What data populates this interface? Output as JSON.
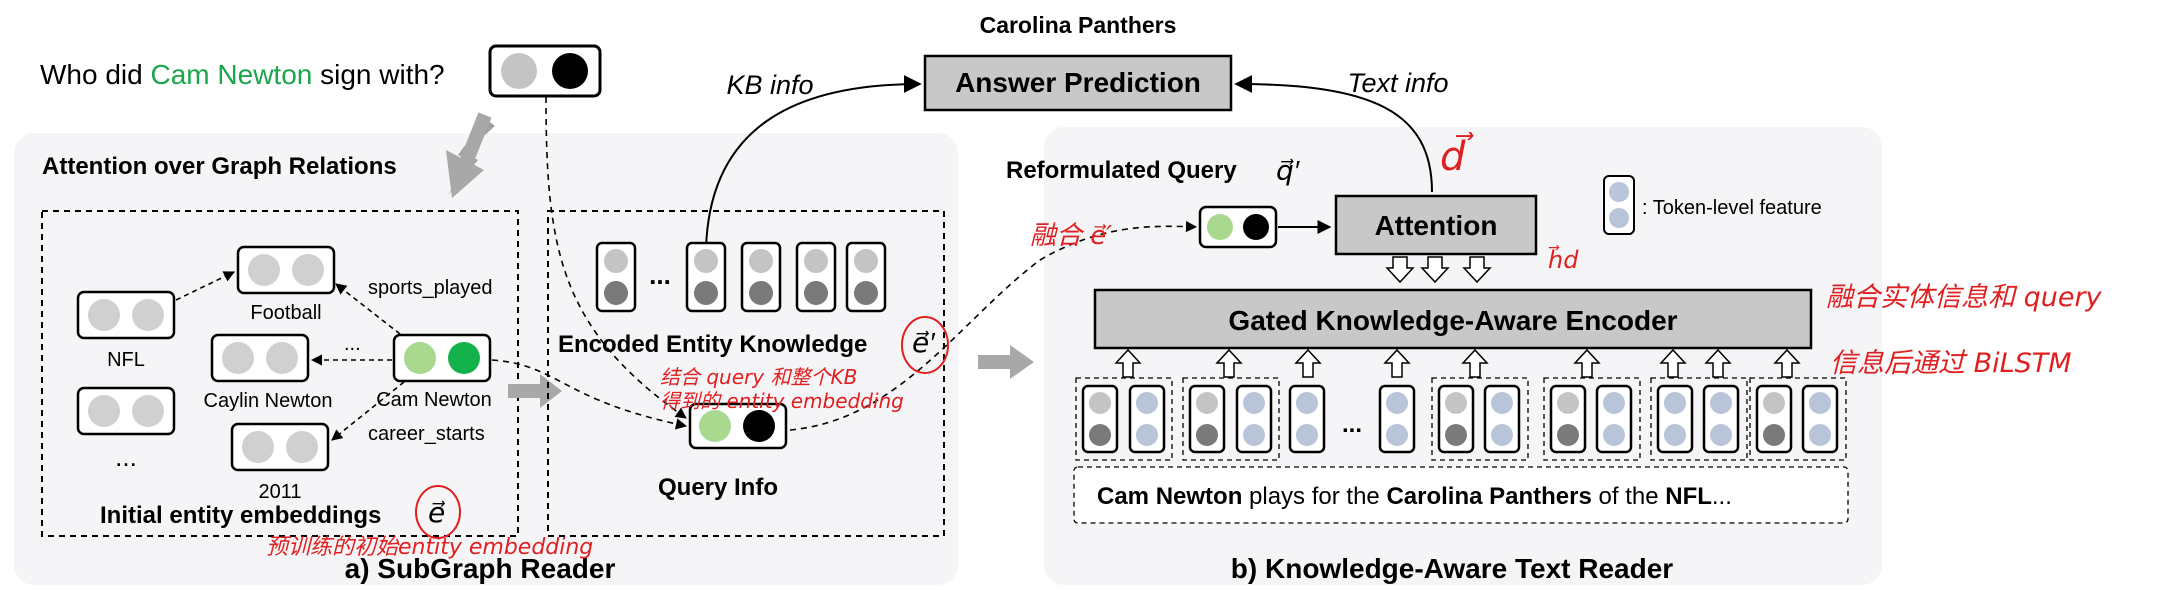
{
  "question": {
    "prefix": "Who did ",
    "entity": "Cam Newton",
    "suffix": " sign with?",
    "entity_color": "#1aa64b"
  },
  "answer": {
    "title": "Carolina Panthers",
    "box_label": "Answer Prediction",
    "kb_info": "KB info",
    "text_info": "Text info"
  },
  "subgraph": {
    "panel_title": "Attention over Graph Relations",
    "entities": {
      "nfl": "NFL",
      "football": "Football",
      "caylin": "Caylin Newton",
      "cam": "Cam Newton",
      "year": "2011",
      "dots_left": "...",
      "dots_rel": "..."
    },
    "relations": {
      "sports": "sports_played",
      "career": "career_starts"
    },
    "init_label": "Initial entity embeddings",
    "init_symbol": "e⃗",
    "encoded_label": "Encoded Entity Knowledge",
    "encoded_symbol": "e⃗′",
    "encoded_dots": "...",
    "query_info": "Query Info",
    "caption": "a) SubGraph Reader"
  },
  "text_reader": {
    "reformulated": "Reformulated Query",
    "reformulated_symbol": "q⃗′",
    "attention": "Attention",
    "token_level": ": Token-level feature",
    "encoder": "Gated Knowledge-Aware Encoder",
    "token_dots": "...",
    "sentence": {
      "p1": "Cam Newton",
      "p2": " plays for the ",
      "p3": "Carolina Panthers",
      "p4": " of the ",
      "p5": "NFL",
      "p6": "..."
    },
    "caption": "b) Knowledge-Aware Text Reader"
  },
  "annotations": {
    "d_vec": "d⃗",
    "fuse_e": "融合 e⃗′",
    "h_d": "h⃗d",
    "right_note_1": "融合实体信息和 query",
    "right_note_2": "信息后通过 BiLSTM",
    "mid_note_1": "结合 query 和整个KB",
    "mid_note_2": "得到的 entity embedding",
    "bottom_note": "预训练的初始entity embedding"
  },
  "colors": {
    "grey_box": "#c8c8c8",
    "panel_bg": "#f5f5f7",
    "node_fill": "#d0d0d0",
    "dark_node": "#7a7a7a",
    "blue_node": "#b8c4d8",
    "light_green": "#a9d98f",
    "green": "#14b24a",
    "annotation_red": "#e02020"
  }
}
